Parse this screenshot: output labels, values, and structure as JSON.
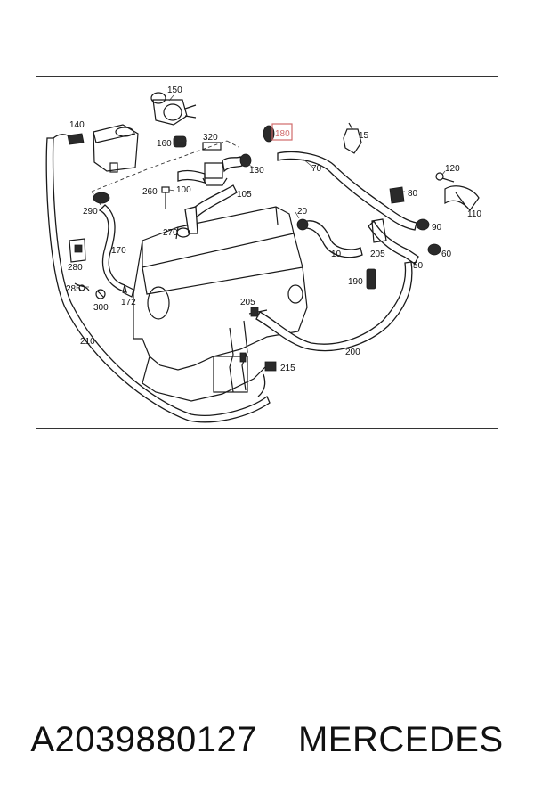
{
  "callouts": {
    "c10": "10",
    "c15": "15",
    "c20": "20",
    "c50": "50",
    "c60": "60",
    "c70": "70",
    "c80": "80",
    "c90": "90",
    "c100": "100",
    "c105": "105",
    "c110": "110",
    "c120": "120",
    "c130": "130",
    "c140": "140",
    "c150": "150",
    "c160": "160",
    "c170": "170",
    "c172": "172",
    "c180": "180",
    "c190": "190",
    "c200": "200",
    "c205a": "205",
    "c205b": "205",
    "c210": "210",
    "c215": "215",
    "c260": "260",
    "c270": "270",
    "c280": "280",
    "c285": "285",
    "c290": "290",
    "c300": "300",
    "c320": "320"
  },
  "highlighted_part": "180",
  "highlight_color": "#d06a6a",
  "footer": {
    "part_number": "A2039880127",
    "brand": "MERCEDES"
  }
}
